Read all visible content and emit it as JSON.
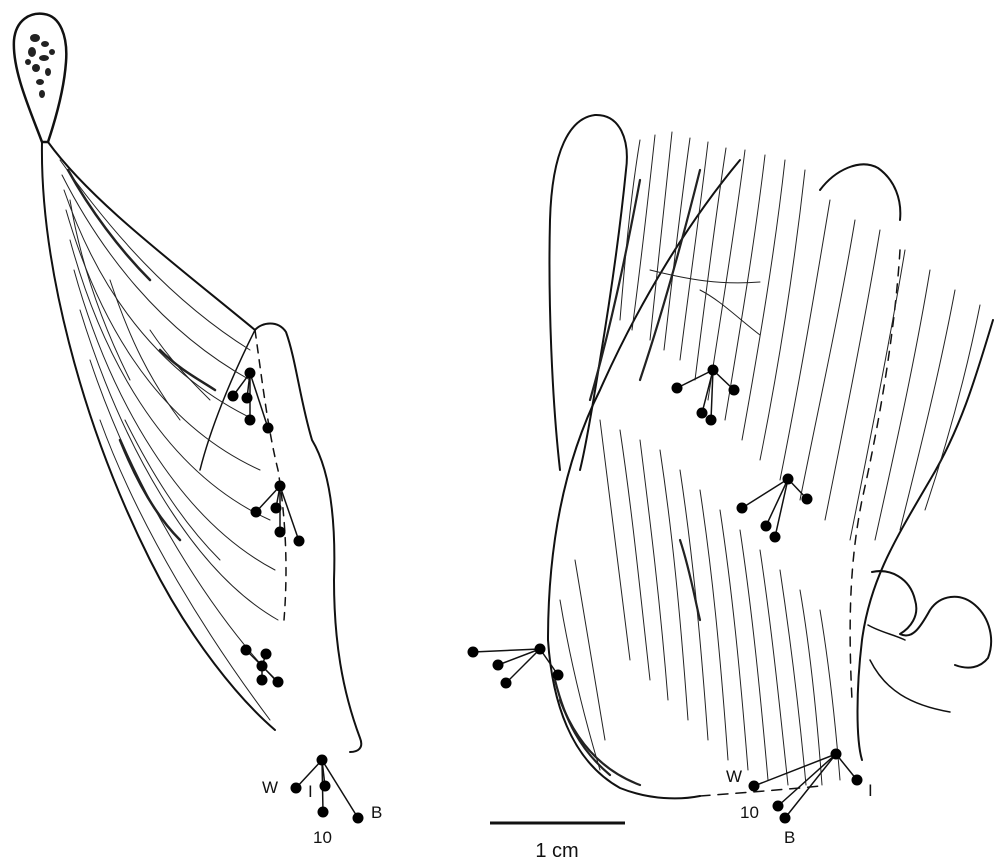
{
  "left_key": {
    "w": "W",
    "i": "I",
    "ten": "10",
    "b": "B"
  },
  "right_key": {
    "w": "W",
    "i": "I",
    "ten": "10",
    "b": "B"
  },
  "scale_bar": {
    "label": "1 cm"
  },
  "colors": {
    "ink": "#111111",
    "background": "#ffffff"
  }
}
